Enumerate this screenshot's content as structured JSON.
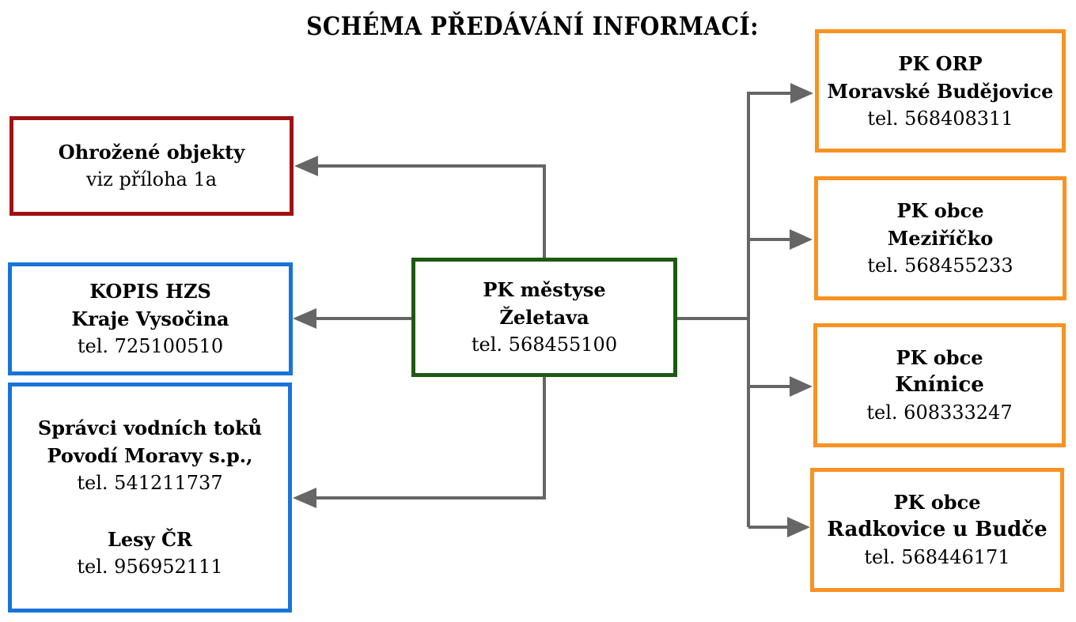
{
  "title": "SCHÉMA PŘEDÁVÁNÍ INFORMACÍ:",
  "colors": {
    "red": "#a01212",
    "blue": "#1874d8",
    "green": "#1d5a12",
    "orange": "#f79223",
    "arrow": "#666666"
  },
  "center": {
    "line1": "PK městyse",
    "line2": "Želetava",
    "phone": "tel. 568455100"
  },
  "left": {
    "threatened": {
      "name": "Ohrožené objekty",
      "note": "viz příloha 1a"
    },
    "kopis": {
      "line1": "KOPIS HZS",
      "line2": "Kraje Vysočina",
      "phone": "tel. 725100510"
    },
    "water": {
      "line1": "Správci vodních toků",
      "line2": "Povodí Moravy s.p.,",
      "phone1": "tel. 541211737",
      "line3": "Lesy ČR",
      "phone2": "tel. 956952111"
    }
  },
  "right": [
    {
      "line1": "PK ORP",
      "line2": "Moravské Budějovice",
      "phone": "tel. 568408311"
    },
    {
      "line1": "PK obce",
      "line2": "Meziříčko",
      "phone": "tel. 568455233"
    },
    {
      "line1": "PK obce",
      "line2": "Knínice",
      "phone": "tel. 608333247"
    },
    {
      "line1": "PK obce",
      "line2": "Radkovice u Budče",
      "phone": "tel. 568446171"
    }
  ]
}
